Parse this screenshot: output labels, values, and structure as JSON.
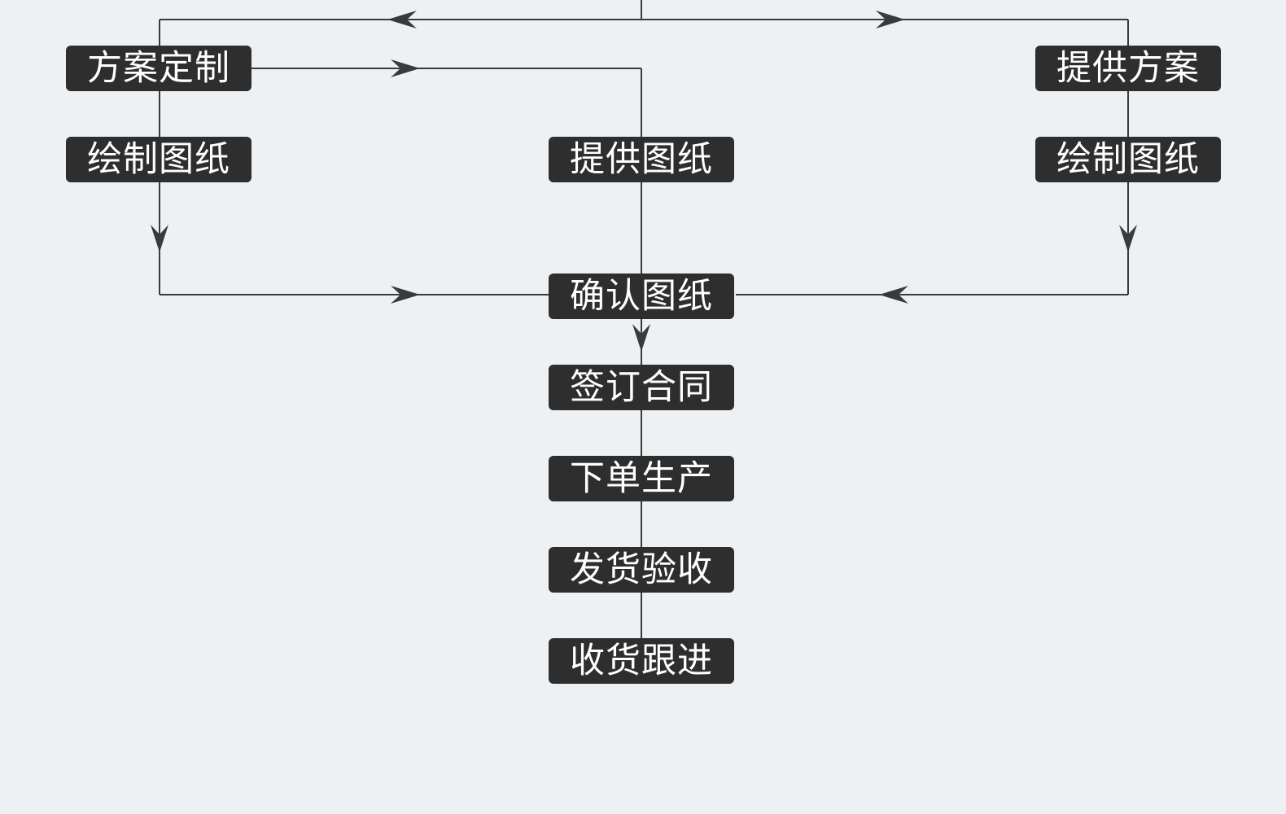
{
  "diagram": {
    "title": "",
    "background_color": "#eef1f4",
    "node_color": "#2e2e2e",
    "line_color": "#3a3a3a",
    "left_branch": {
      "step1": "方案定制",
      "step2": "绘制图纸"
    },
    "middle_branch": {
      "step1": "提供图纸"
    },
    "right_branch": {
      "step1": "提供方案",
      "step2": "绘制图纸"
    },
    "main_flow": {
      "confirm": "确认图纸",
      "contract": "签订合同",
      "production": "下单生产",
      "delivery": "发货验收",
      "followup": "收货跟进"
    }
  }
}
